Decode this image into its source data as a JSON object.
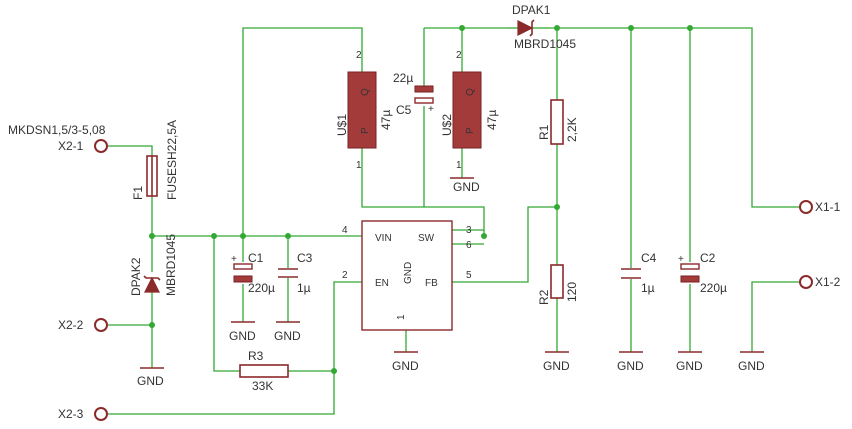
{
  "connectors": {
    "header": "MKDSN1,5/3-5,08",
    "x2_1": "X2-1",
    "x2_2": "X2-2",
    "x2_3": "X2-3",
    "x1_1": "X1-1",
    "x1_2": "X1-2"
  },
  "fuse": {
    "name": "F1",
    "value": "FUSESH22,5A"
  },
  "diodes": {
    "dpak2": {
      "name": "DPAK2",
      "value": "MBRD1045"
    },
    "dpak1": {
      "name": "DPAK1",
      "value": "MBRD1045"
    }
  },
  "inductors": {
    "u1": {
      "name": "U$1",
      "value": "47µ",
      "pin_p": "P",
      "pin_q": "Q",
      "pin1": "1",
      "pin2": "2"
    },
    "u2": {
      "name": "U$2",
      "value": "47µ",
      "pin_p": "P",
      "pin_q": "Q",
      "pin1": "1",
      "pin2": "2"
    }
  },
  "capacitors": {
    "c1": {
      "name": "C1",
      "value": "220µ"
    },
    "c3": {
      "name": "C3",
      "value": "1µ"
    },
    "c5": {
      "name": "C5",
      "value": "22µ"
    },
    "c4": {
      "name": "C4",
      "value": "1µ"
    },
    "c2": {
      "name": "C2",
      "value": "220µ"
    }
  },
  "resistors": {
    "r1": {
      "name": "R1",
      "value": "2,2K"
    },
    "r2": {
      "name": "R2",
      "value": "120"
    },
    "r3": {
      "name": "R3",
      "value": "33K"
    }
  },
  "ic": {
    "vin": "VIN",
    "sw": "SW",
    "en": "EN",
    "gnd": "GND",
    "fb": "FB",
    "pin_vin": "4",
    "pin_sw": "3",
    "pin_6": "6",
    "pin_en": "2",
    "pin_fb": "5",
    "pin_gnd": "1"
  },
  "ground_label": "GND",
  "plus": "+",
  "colors": {
    "wire": "#33a833",
    "symbol": "#8b2a2a",
    "text": "#333333"
  }
}
